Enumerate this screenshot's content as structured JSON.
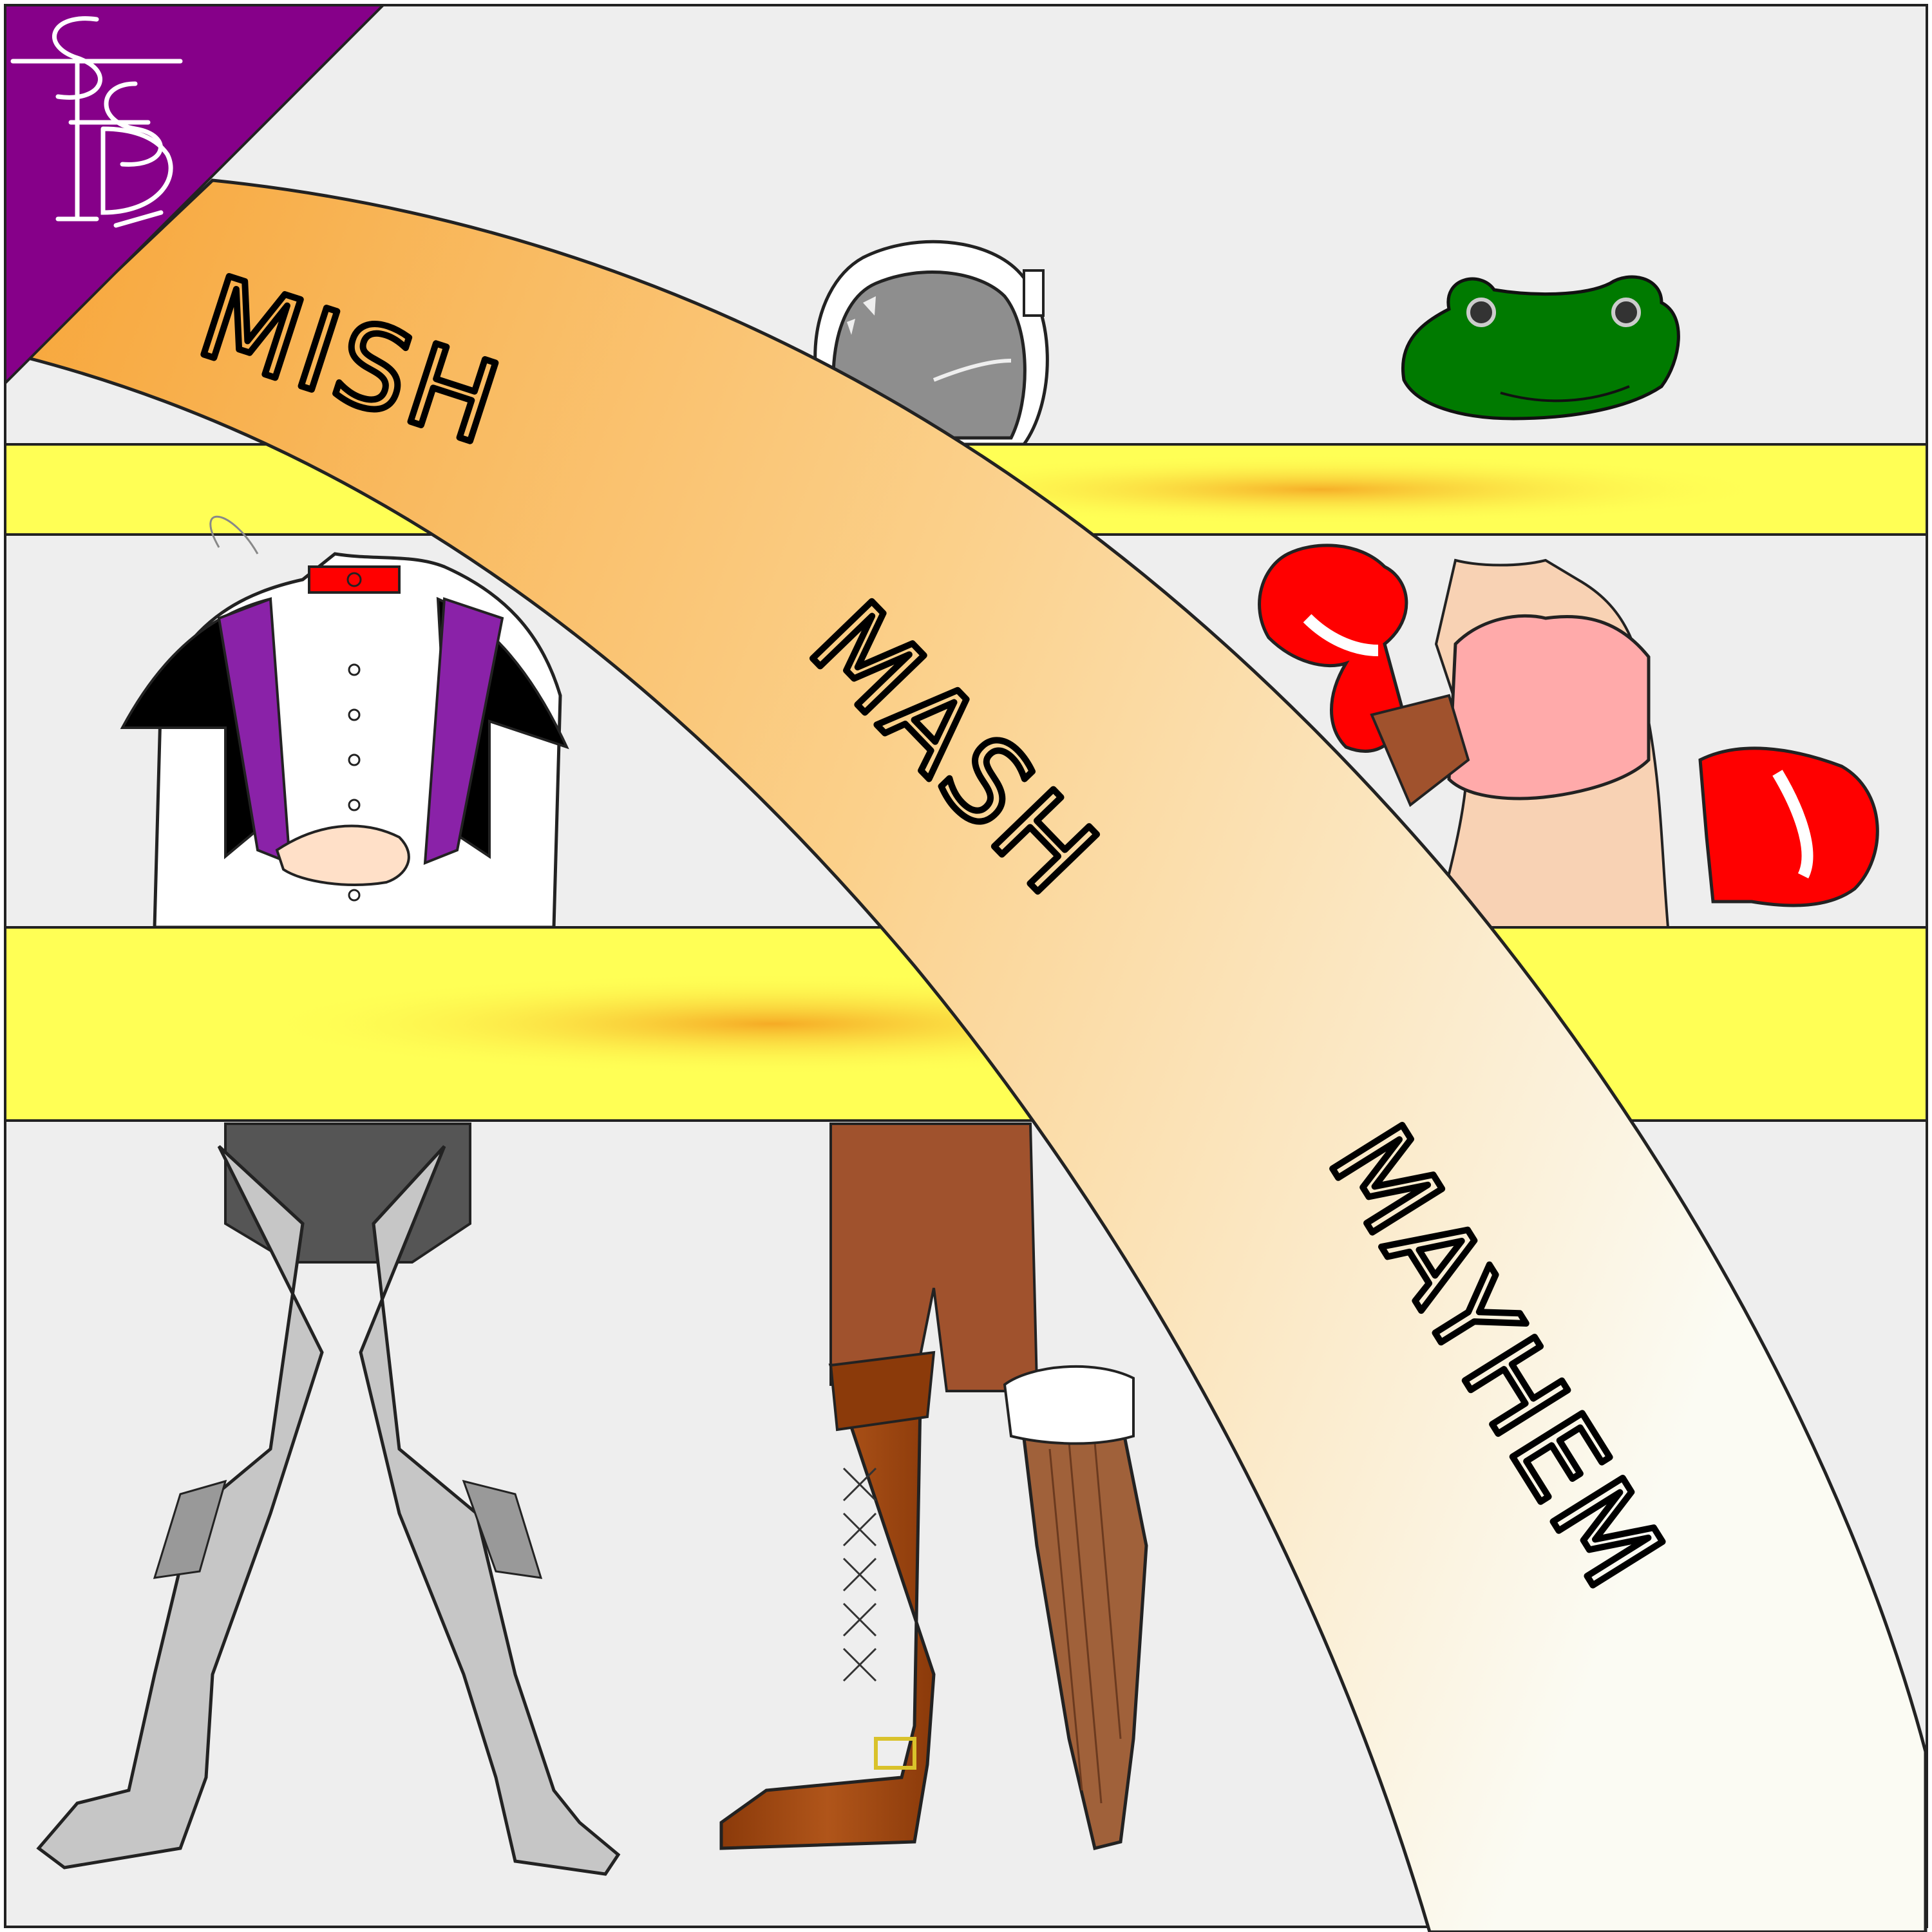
{
  "title": {
    "words": [
      "MISH",
      "MASH",
      "MAYHEM"
    ]
  },
  "logo": {
    "monogram": "SFSD"
  },
  "colors": {
    "background": "#eeeeee",
    "stripe_yellow": "#ffff55",
    "stripe_glow": "#f5a623",
    "banner_start": "#f7a63a",
    "banner_end": "#fbfbf3",
    "logo_purple": "#860089",
    "frog_green": "#007a00",
    "glove_red": "#ff0000",
    "crop_top_pink": "#ffaaaa",
    "jacket_purple": "#8a22a8",
    "boot_brown": "#a7490d",
    "armor_grey": "#c6c6c6"
  },
  "illustrations": [
    "astronaut-helmet",
    "frog-head",
    "magician-torso",
    "boxer-torso",
    "armored-legs",
    "pirate-legs"
  ]
}
